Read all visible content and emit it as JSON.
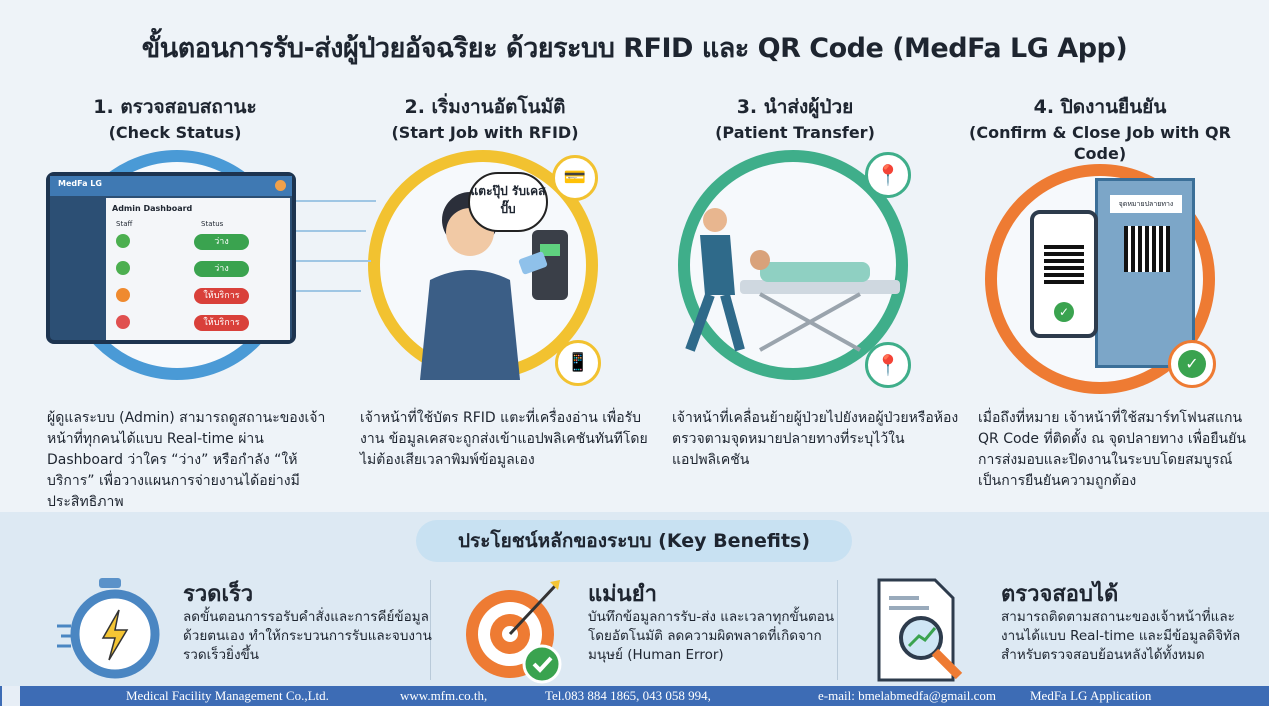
{
  "title": "ขั้นตอนการรับ-ส่งผู้ป่วยอัจฉริยะ ด้วยระบบ RFID และ QR Code (MedFa LG App)",
  "steps": [
    {
      "title": "1. ตรวจสอบสถานะ",
      "subtitle": "(Check Status)",
      "color": "#4a9ad6",
      "description": "ผู้ดูแลระบบ (Admin) สามารถดูสถานะของเจ้าหน้าที่ทุกคนได้แบบ Real-time ผ่าน Dashboard ว่าใคร “ว่าง” หรือกำลัง “ให้บริการ” เพื่อวางแผนการจ่ายงานได้อย่างมีประสิทธิภาพ"
    },
    {
      "title": "2. เริ่มงานอัตโนมัติ",
      "subtitle": "(Start Job with RFID)",
      "color": "#f2c230",
      "description": "เจ้าหน้าที่ใช้บัตร RFID แตะที่เครื่องอ่าน เพื่อรับงาน ข้อมูลเคสจะถูกส่งเข้าแอปพลิเคชันทันทีโดยไม่ต้องเสียเวลาพิมพ์ข้อมูลเอง",
      "bubble": "แตะปุ๊ป รับเคสปั๊บ"
    },
    {
      "title": "3. นำส่งผู้ป่วย",
      "subtitle": "(Patient Transfer)",
      "color": "#3fae8a",
      "description": "เจ้าหน้าที่เคลื่อนย้ายผู้ป่วยไปยังหอผู้ป่วยหรือห้องตรวจตามจุดหมายปลายทางที่ระบุไว้ในแอปพลิเคชัน"
    },
    {
      "title": "4. ปิดงานยืนยัน",
      "subtitle": "(Confirm & Close Job with QR Code)",
      "color": "#ee7b33",
      "description": "เมื่อถึงที่หมาย เจ้าหน้าที่ใช้สมาร์ทโฟนสแกน QR Code ที่ติดตั้ง ณ จุดปลายทาง เพื่อยืนยันการส่งมอบและปิดงานในระบบโดยสมบูรณ์ เป็นการยืนยันความถูกต้อง",
      "door_sign": "จุดหมายปลายทาง"
    }
  ],
  "dashboard": {
    "brand": "MedFa LG",
    "heading": "Admin Dashboard",
    "col_staff": "Staff",
    "col_status": "Status",
    "rows": [
      {
        "status": "ว่าง",
        "color": "#3aa34f"
      },
      {
        "status": "ว่าง",
        "color": "#3aa34f"
      },
      {
        "status": "ให้บริการ",
        "color": "#d9403a"
      },
      {
        "status": "ให้บริการ",
        "color": "#d9403a"
      }
    ]
  },
  "benefits_title": "ประโยชน์หลักของระบบ (Key Benefits)",
  "benefits": [
    {
      "title": "รวดเร็ว",
      "description": "ลดขั้นตอนการรอรับคำสั่งและการคีย์ข้อมูลด้วยตนเอง ทำให้กระบวนการรับและจบงานรวดเร็วยิ่งขึ้น"
    },
    {
      "title": "แม่นยำ",
      "description": "บันทึกข้อมูลการรับ-ส่ง และเวลาทุกขั้นตอนโดยอัตโนมัติ ลดความผิดพลาดที่เกิดจากมนุษย์ (Human Error)"
    },
    {
      "title": "ตรวจสอบได้",
      "description": "สามารถติดตามสถานะของเจ้าหน้าที่และงานได้แบบ Real-time และมีข้อมูลดิจิทัลสำหรับตรวจสอบย้อนหลังได้ทั้งหมด"
    }
  ],
  "footer": {
    "company": "Medical Facility Management Co.,Ltd.",
    "website": "www.mfm.co.th,",
    "phone": "Tel.083 884 1865,  043 058 994,",
    "email": "e-mail: bmelabmedfa@gmail.com",
    "app": "MedFa LG Application"
  }
}
